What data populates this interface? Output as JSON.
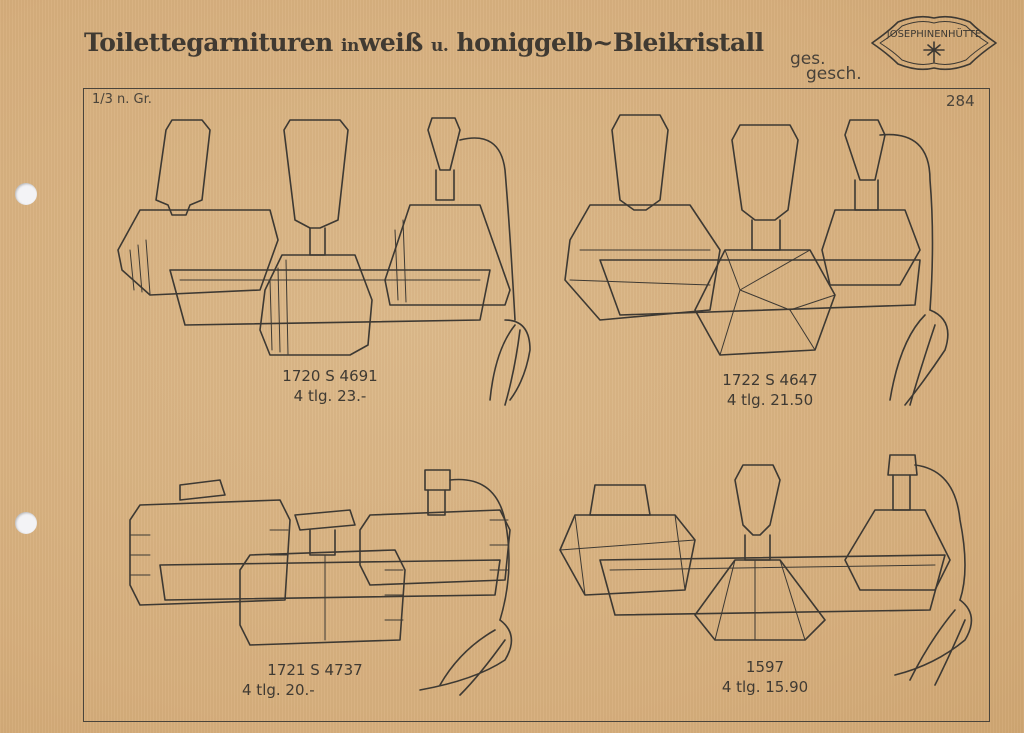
{
  "page": {
    "title_main": "Toilettegarnituren",
    "title_small_1": "in",
    "title_mid": "weiß",
    "title_small_2": "u.",
    "title_end": "honiggelb~Bleikristall",
    "protection_note_1": "ges.",
    "protection_note_2": "gesch.",
    "scale_note": "1/3 n. Gr.",
    "page_number": "284"
  },
  "stamp": {
    "text": "JOSEPHINENHÜTTE",
    "icon": "star-emblem-icon"
  },
  "binder_holes": 2,
  "sets": [
    {
      "model": "1720",
      "pattern": "S 4691",
      "line1": "1720  S 4691",
      "line2": "4 tlg.  23.-",
      "pieces": "4 tlg.",
      "price": "23.-"
    },
    {
      "model": "1722",
      "pattern": "S 4647",
      "line1": "1722  S 4647",
      "line2": "4 tlg.  21.50",
      "pieces": "4 tlg.",
      "price": "21.50"
    },
    {
      "model": "1721",
      "pattern": "S 4737",
      "line1": "1721  S 4737",
      "line2": "4 tlg.  20.-",
      "pieces": "4 tlg.",
      "price": "20.-"
    },
    {
      "model": "1597",
      "pattern": "",
      "line1": "1597",
      "line2": "4 tlg.  15.90",
      "pieces": "4 tlg.",
      "price": "15.90"
    }
  ],
  "colors": {
    "paper": "#d9b383",
    "ink": "#3d3933",
    "hole": "#f3f3f6"
  }
}
